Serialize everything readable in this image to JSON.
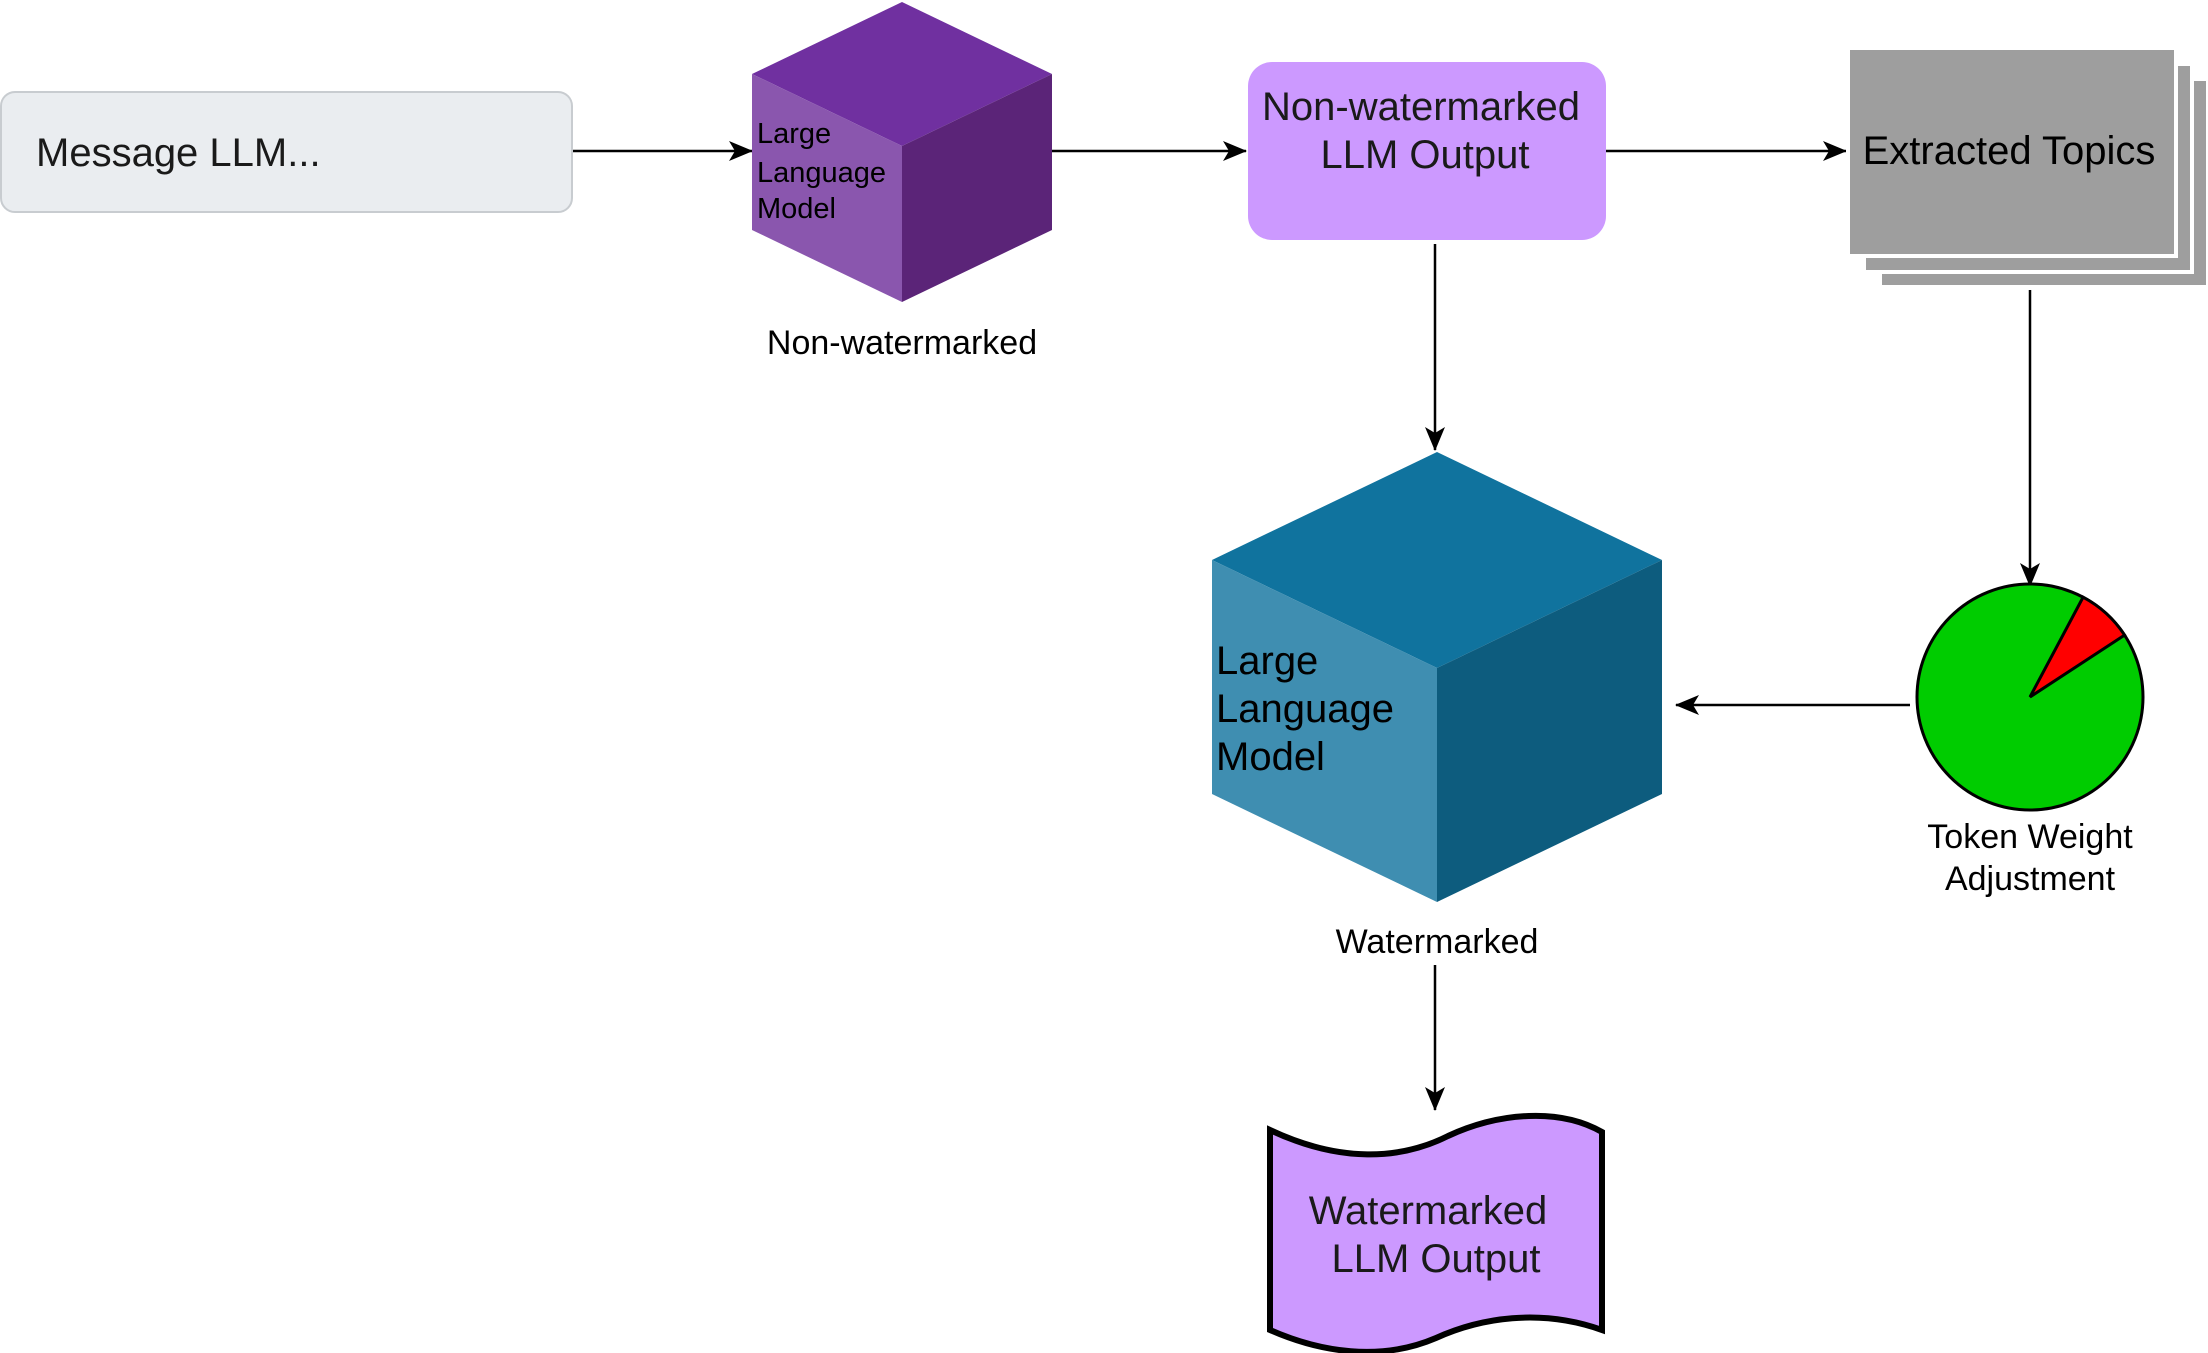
{
  "message_box": {
    "placeholder": "Message LLM..."
  },
  "llm_non_watermarked": {
    "label_lines": [
      "Large",
      "Language",
      "Model"
    ],
    "caption": "Non-watermarked"
  },
  "non_watermarked_output": {
    "label_lines": [
      "Non-watermarked",
      "LLM Output"
    ]
  },
  "extracted_topics": {
    "label": "Extracted Topics"
  },
  "token_weight": {
    "caption_lines": [
      "Token Weight",
      "Adjustment"
    ],
    "red_fraction": 0.08
  },
  "llm_watermarked": {
    "label_lines": [
      "Large",
      "Language",
      "Model"
    ],
    "caption": "Watermarked"
  },
  "watermarked_output": {
    "label_lines": [
      "Watermarked",
      "LLM Output"
    ]
  },
  "colors": {
    "message_fill": "#eaedf0",
    "message_stroke": "#c8ccd0",
    "purple_cube_top": "#7030a0",
    "purple_cube_left": "#8a56ae",
    "purple_cube_right": "#5b2478",
    "lilac": "#cc99ff",
    "topics_gray": "#9e9e9e",
    "blue_cube_top": "#10739e",
    "blue_cube_left": "#3f8eb1",
    "blue_cube_right": "#0d5c7e",
    "pie_green": "#00cc00",
    "pie_red": "#ff0000"
  }
}
